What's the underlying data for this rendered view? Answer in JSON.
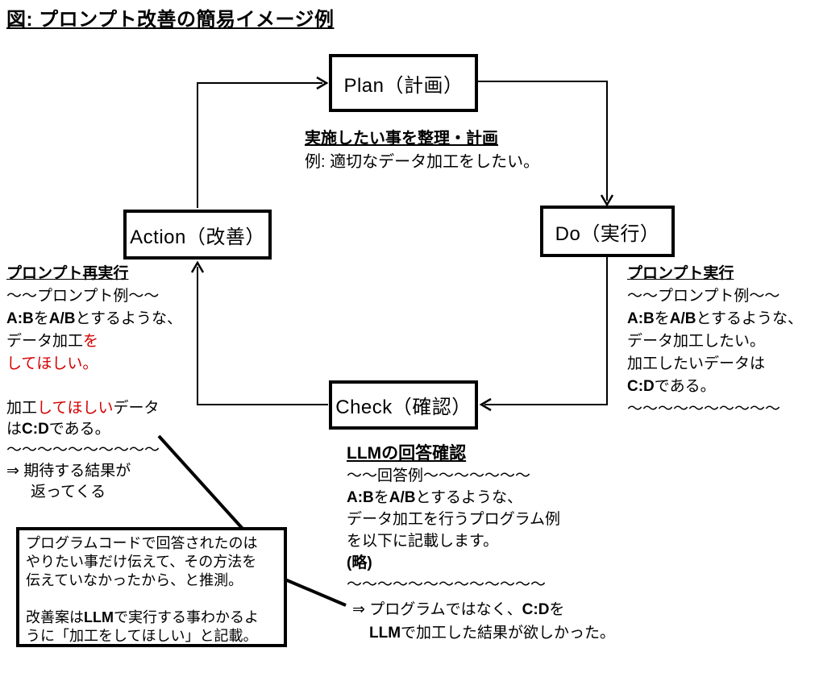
{
  "title": "図: プロンプト改善の簡易イメージ例",
  "colors": {
    "red_text": "#d40000",
    "line_black": "#000000"
  },
  "nodes": {
    "plan": "Plan（計画）",
    "do": "Do（実行）",
    "check": "Check（確認）",
    "action": "Action（改善）"
  },
  "plan_note": {
    "heading": "実施したい事を整理・計画",
    "body": "例: 適切なデータ加工をしたい。"
  },
  "do_note": {
    "heading": "プロンプト実行",
    "l2": "～～プロンプト例～～",
    "l3_b1": "A:B",
    "l3_t1": "を",
    "l3_b2": "A/B",
    "l3_t2": "とするような、",
    "l4": "データ加工したい。",
    "l5": "加工したいデータは",
    "l6_b1": "C:D",
    "l6_t1": "である。",
    "l7": "～～～～～～～～～～"
  },
  "action_note": {
    "heading": "プロンプト再実行",
    "l2": "～～プロンプト例～～",
    "l3_b1": "A:B",
    "l3_t1": "を",
    "l3_b2": "A/B",
    "l3_t2": "とするような、",
    "l4_t1": "データ加工",
    "l4_r1": "を",
    "l5_r1": "してほしい。"
  },
  "result_note": {
    "l1_t1": "加工",
    "l1_r1": "してほしい",
    "l1_t2": "データ",
    "l2_t1": "は",
    "l2_b1": "C:D",
    "l2_t2": "である。",
    "l3": "～～～～～～～～～～",
    "l4": "⇒ 期待する結果が",
    "l5": "返ってくる"
  },
  "check_note": {
    "heading": "LLMの回答確認",
    "l2": "～～回答例～～～～～～～",
    "l3_b1": "A:B",
    "l3_t1": "を",
    "l3_b2": "A/B",
    "l3_t2": "とするような、",
    "l4": "データ加工を行うプログラム例",
    "l5": "を以下に記載します。",
    "l6": "(略)",
    "l7": "～～～～～～～～～～～～～"
  },
  "conclusion_note": {
    "l1_t1": "⇒ プログラムではなく、",
    "l1_b1": "C:D",
    "l1_t2": "を",
    "l2_b1": "LLM",
    "l2_t1": "で加工した結果が欲しかった。"
  },
  "guess_box": {
    "l1": "プログラムコードで回答されたのは",
    "l2": "やりたい事だけ伝えて、その方法を",
    "l3": "伝えていなかったから、と推測。",
    "l4": "",
    "l5_t1": "改善案は",
    "l5_b1": "LLM",
    "l5_t2": "で実行する事わかるよ",
    "l6": "うに「加工をしてほしい」と記載。"
  }
}
